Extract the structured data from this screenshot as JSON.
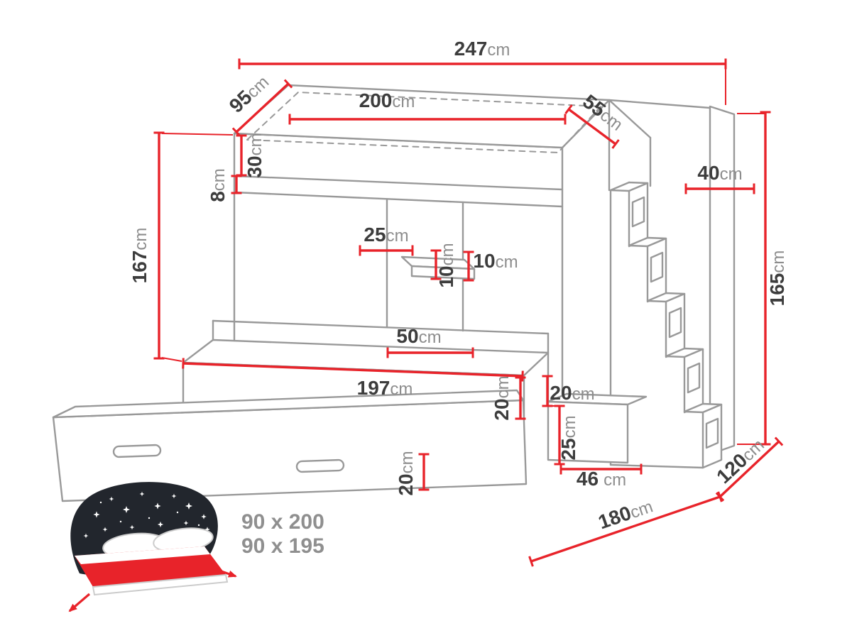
{
  "colors": {
    "dimension_red": "#e8232a",
    "structure_gray": "#999999",
    "number_dark": "#3d3d3d",
    "unit_gray": "#8d8d8d"
  },
  "dims": {
    "w247": {
      "value": "247",
      "unit": "cm"
    },
    "d95": {
      "value": "95",
      "unit": "cm"
    },
    "l200": {
      "value": "200",
      "unit": "cm"
    },
    "d55": {
      "value": "55",
      "unit": "cm"
    },
    "h30": {
      "value": "30",
      "unit": "cm"
    },
    "h8": {
      "value": "8",
      "unit": "cm"
    },
    "d40": {
      "value": "40",
      "unit": "cm"
    },
    "h167": {
      "value": "167",
      "unit": "cm"
    },
    "s25": {
      "value": "25",
      "unit": "cm"
    },
    "s10a": {
      "value": "10",
      "unit": "cm"
    },
    "s10b": {
      "value": "10",
      "unit": "cm"
    },
    "h165": {
      "value": "165",
      "unit": "cm"
    },
    "s50": {
      "value": "50",
      "unit": "cm"
    },
    "l197": {
      "value": "197",
      "unit": "cm"
    },
    "h20a": {
      "value": "20",
      "unit": "cm"
    },
    "h20b": {
      "value": "20",
      "unit": "cm"
    },
    "h25": {
      "value": "25",
      "unit": "cm"
    },
    "h20t": {
      "value": "20",
      "unit": "cm"
    },
    "w46": {
      "value": "46",
      "unit": "cm"
    },
    "d180": {
      "value": "180",
      "unit": "cm"
    },
    "d120": {
      "value": "120",
      "unit": "cm"
    }
  },
  "icon": {
    "name": "trundle-bed-icon",
    "sizes": [
      "90 x 200",
      "90 x 195"
    ]
  }
}
